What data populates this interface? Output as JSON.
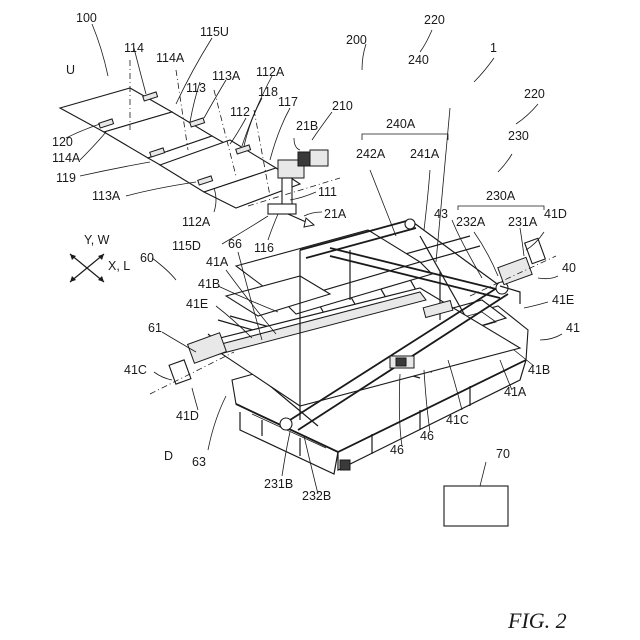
{
  "figure_caption": "FIG. 2",
  "labels": {
    "l100": "100",
    "l220a": "220",
    "l200": "200",
    "l240": "240",
    "l1": "1",
    "l220b": "220",
    "l230": "230",
    "lU": "U",
    "l114": "114",
    "l114A_top": "114A",
    "l115U": "115U",
    "l113": "113",
    "l113A_top": "113A",
    "l112A_top": "112A",
    "l118": "118",
    "l112": "112",
    "l117": "117",
    "l210": "210",
    "l21B": "21B",
    "l120": "120",
    "l114A_left": "114A",
    "l119": "119",
    "l113A_left": "113A",
    "l111": "111",
    "l21A": "21A",
    "l112A_bottom": "112A",
    "l115D": "115D",
    "l116": "116",
    "l240A": "240A",
    "l242A": "242A",
    "l241A": "241A",
    "l230A": "230A",
    "l43": "43",
    "l232A": "232A",
    "l231A": "231A",
    "l41D_right": "41D",
    "l40": "40",
    "l41E_right": "41E",
    "l41": "41",
    "l41B_right": "41B",
    "l41A_right": "41A",
    "l41C_right": "41C",
    "l46a": "46",
    "l46b": "46",
    "lYW": "Y, W",
    "lXL": "X, L",
    "l60": "60",
    "l66": "66",
    "l41A_left": "41A",
    "l41B_left": "41B",
    "l41E_left": "41E",
    "l61": "61",
    "l41C_left": "41C",
    "l41D_left": "41D",
    "l63": "63",
    "lD": "D",
    "l231B": "231B",
    "l232B": "232B",
    "l70": "70"
  },
  "icons": [
    "axis-cross-icon",
    "flow-arrow-icon"
  ]
}
